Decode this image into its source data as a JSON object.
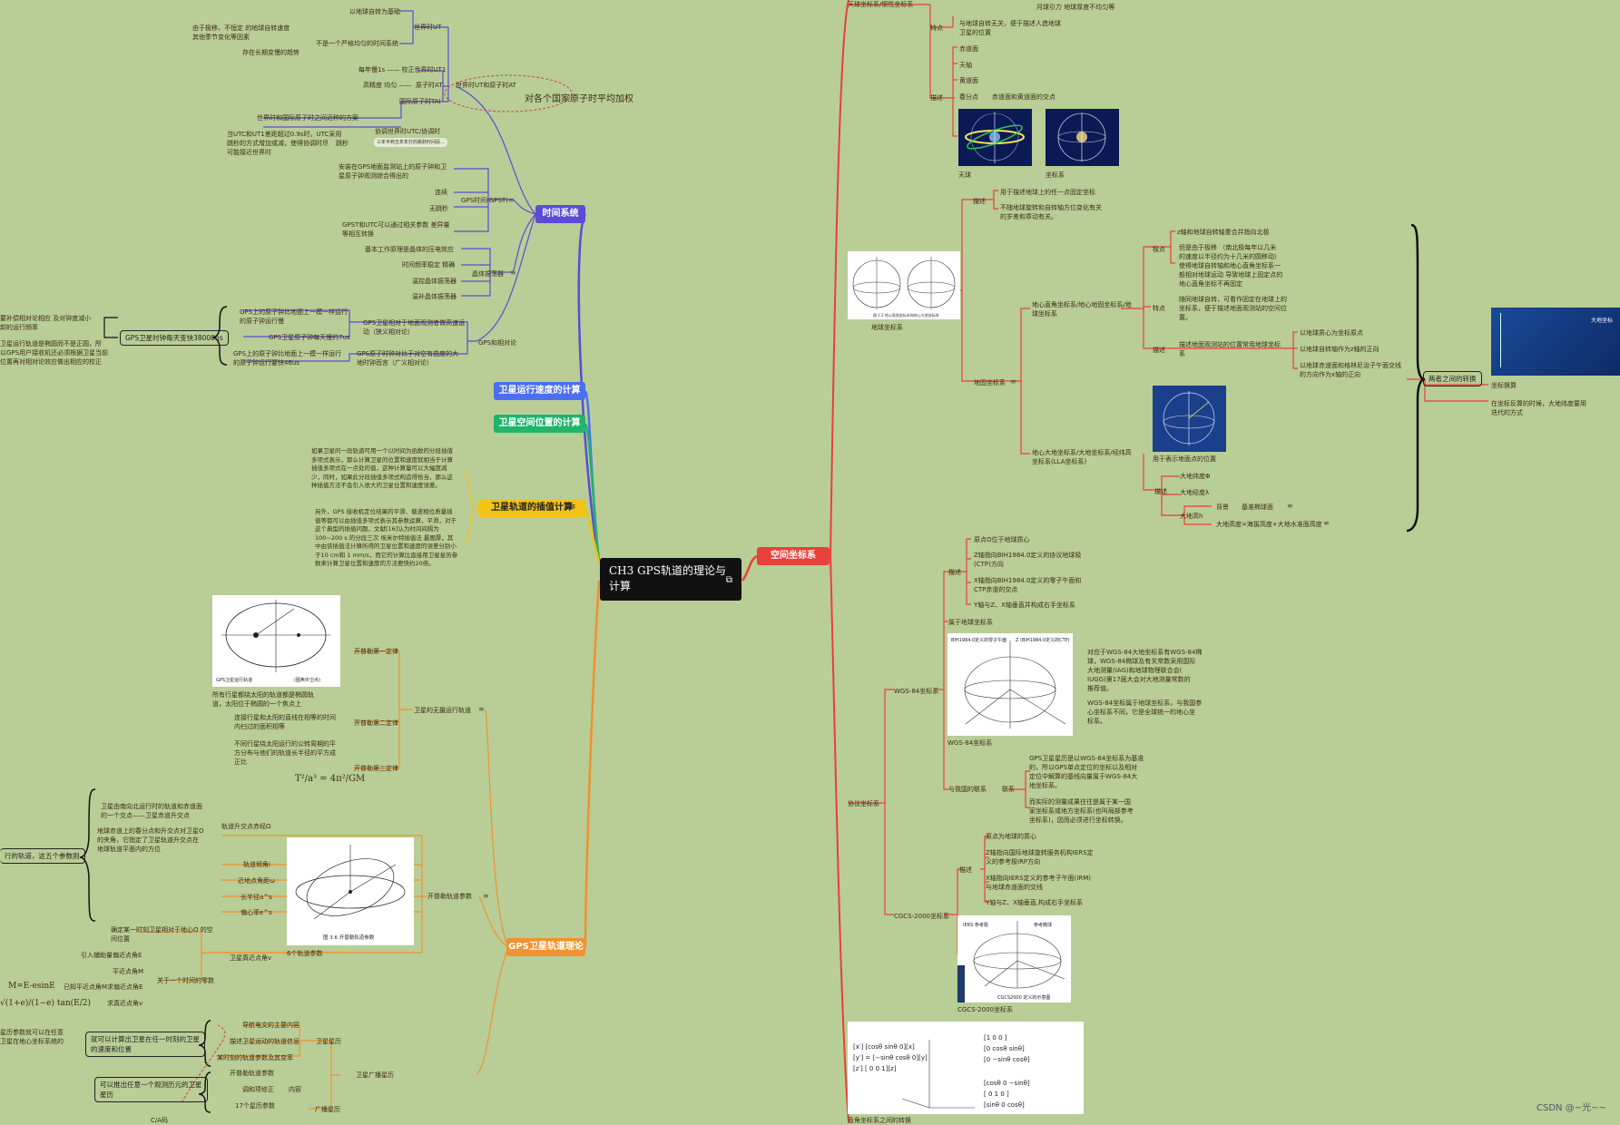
{
  "central": {
    "title_line1": "CH3 GPS轨道的理论与",
    "title_line2": "计算"
  },
  "topics": {
    "time": "时间系统",
    "speed": "卫星运行速度的计算",
    "position": "卫星空间位置的计算",
    "interp": "卫星轨道的插值计算",
    "orbit": "GPS卫星轨道理论",
    "space": "空间坐标系"
  },
  "time": {
    "ut": "世界时UT",
    "ut_a": "以地球自转为基础",
    "ut_b": "不是一个严格均匀的时间系统",
    "ut_b1": "由于极移、不恒定 的地球自转速度",
    "ut_b2": "其他季节变化等因素",
    "ut_c": "存在长期变慢的趋势",
    "ut1": "每年慢1s —— 校正世界时UT1",
    "at_pre": "高精度   均匀 ——",
    "at": "原子时AT",
    "ut_at": "世界时UT和原子时AT",
    "tai": "国际原子时TAI",
    "tai_note": "对各个国家原子时平均加权",
    "utc": "协调世界时UTC/协调时",
    "utc_a": "世界时和国际原子时之间近种的方案",
    "utc_b1": "当UTC和UT1差距超过0.9s时，UTC采用",
    "utc_b2": "跳秒的方式增加或减，使得协调时尽",
    "utc_b3": "可能接近世界时",
    "leap": "跳秒",
    "leap_note": "三年半到五年年打的跳跃时间段...",
    "gpst": "GPS时间(GPST)",
    "gpst_a1": "安装在GPS地面监测站上的原子钟和卫",
    "gpst_a2": "星原子钟观测综合得出的",
    "gpst_b": "连续",
    "gpst_c": "无跳秒",
    "gpst_d1": "GPST和UTC可以通过相关参数 差异量",
    "gpst_d2": "等相互转换",
    "crystal": "晶体振荡器",
    "crystal_a": "基本工作原理是晶体的压电效应",
    "crystal_b": "时间频率稳定  精确",
    "crystal_c": "温控晶体振荡器",
    "crystal_d": "温补晶体振荡器",
    "rel": "GPS和相对论",
    "rel_a1": "GPS上的原子钟比地面上一模一样运行",
    "rel_a2": "的原子钟运行慢",
    "rel_b": "GPS卫星原子钟每天慢约7us",
    "rel_c1": "GPS上的原子钟比地面上一模一样运行",
    "rel_c2": "的原子钟运行要快46us",
    "rel_d1": "GPS卫星相对于地面观测者做高速运",
    "rel_d2": "动（狭义相对论）",
    "rel_e1": "GPS原子时钟对比于对空有曲度的大",
    "rel_e2": "地时钟而言（广义相对论）",
    "rel_box": "GPS卫星时钟每天变快38000ns",
    "rel_left1": "要补偿相对论相应 及对钟度减小",
    "rel_left2": "卸的运行频率",
    "rel_left3": "卫星运行轨道是椭圆而不是正圆，所",
    "rel_left4": "以GPS用户接收机还必须根据卫星当前",
    "rel_left5": "位置再对相对论效应做出相应的校正"
  },
  "interp": {
    "p1": "如果卫星的一段轨道可用一个以时间为函数的分段插值多项式表示，那么计算卫星的位置和速度就相当于计算插值多项式在一点处的值，这种计算量可以大幅度减少，同时，如果此分段插值多项式构造得恰当，那么这种插值方法不会引入很大的卫星位置和速度误差。",
    "p2": "另外，GPS 接收机定位结果的平滑、载波相位质量插值等都可以由插值多项式表示其参数运算，平滑，对于这个典型的插值问题，文献[16]认为时间间隔为100~200 s 的分段三次  埃米尔特插值法   最图厚，其中由该插值法计算所得的卫星位置和速度的误差分别小于10 cm和 1 mm/s，而它的计算比直接用卫星星历参数来计算卫星位置和速度的方法要快约20倍。"
  },
  "orbit": {
    "kepler": "卫星的无摄运行轨道",
    "k1": "开普勒第一定律",
    "k1_cap1": "所有行星都绕太阳的轨道都是椭圆轨",
    "k1_cap2": "道，太阳位于椭圆的一个焦点上",
    "k2": "开普勒第二定律",
    "k2_t1": "连接行星和太阳的直线在相等的时间",
    "k2_t2": "内扫过的面积相等",
    "k3": "开普勒第三定律",
    "k3_t1": "不同行星绕太阳运行的公转周期的平",
    "k3_t2": "方分布与他们的轨道长半径的平方成",
    "k3_t3": "正比",
    "formula": "T²/a³ = 4π²/GM",
    "params": "开普勒轨道参数",
    "six": "6个轨道参数",
    "omega": "轨道升交点赤经Ω",
    "omega_a1": "卫星由南向北运行时的轨道和赤道面",
    "omega_a2": "的一个交点——卫星赤道升交点",
    "omega_b1": "地球赤道上的春分点和升交点对卫星O",
    "omega_b2": "的夹角，它指定了卫星轨道升交点在",
    "omega_b3": "地球轨道平面内的方位",
    "incl": "轨道倾角i",
    "perigee": "近地点角距ω",
    "semimajor": "长半径a^s",
    "ecc": "偏心率e^s",
    "truean": "卫星真近点角v",
    "truean_a1": "确定某一时刻卫星相对于地心O 的空",
    "truean_a2": "间位置",
    "time3": "关于一个时间的零数",
    "aux": "引入辅助量偏近点角E",
    "mean": "平近点角M",
    "meanc": "已知平近点角M求偏近点角E",
    "tan": "求真近点角v",
    "kepler_eq": "M=E-esinE",
    "tan_eq": "√(1+e)/(1−e) tan(E/2)",
    "left_box": "行的轨道，这五个参数则",
    "bcast": "卫星广播星历",
    "eph": "卫星星历",
    "eph_a": "导航电文的主要内容",
    "eph_b": "描述卫星运动的轨道信息",
    "eph_c": "某时刻的轨道参数及其变率",
    "eph_box1": "就可以计算出卫星在任一时刻的卫星",
    "eph_box2": "的速度和位置",
    "eph_left1": "星历参数就可以在任意",
    "eph_left2": "卫星在地心坐标系统的",
    "bcast_eph": "广播星历",
    "content": "内容",
    "cont_a": "开普勒轨道参数",
    "cont_b": "调和项修正",
    "cont_c": "17个星历参数",
    "cont_box1": "可以推出任意一个观测历元的卫星",
    "cont_box2": "星历",
    "cont_d": "C/A码"
  },
  "space": {
    "celestial": "天球坐标系/惯性坐标系",
    "feature": "特点",
    "feature_t1": "与地球自转无关，便于描述人造地球",
    "feature_t2": "卫星的位置",
    "top_note": "月球引力    地球厚度不均匀等",
    "desc": "描述",
    "eq": "赤道面",
    "axis": "天轴",
    "ecl": "黄道面",
    "vernal": "春分点",
    "vernal_t": "赤道面和黄道面的交点",
    "img_cap1": "天球",
    "img_cap2": "坐标系",
    "geo_desc_a": "用于描述地球上的任一点固定坐标",
    "geo_desc_b1": "不随地球旋转和自转轴方位变化有关",
    "geo_desc_b2": "的岁差和章动有关。",
    "earth_cap": "地球坐标系",
    "geocentric": "地固坐标系",
    "ecef1": "地心直角坐标系/地心地固坐标系/地",
    "ecef2": "球坐标系",
    "pt": "极点",
    "pt_a": "z轴和地球自转轴重合并指向北极",
    "pt_b1": "但是由于极移   （南北极每年以几米",
    "pt_b2": "的速度以半径约为十几米的圆移动）",
    "pt_b3": "使得地球自转轴和地心直角坐标系一",
    "pt_b4": "般相对地球运动 导致地球上固定点的",
    "pt_b5": "地心直角坐标不再固定",
    "feat2": "特点",
    "feat2_t1": "随同地球自转，可看作固定在地球上的",
    "feat2_t2": "坐标系，便于描述地面观测站的空间位",
    "feat2_t3": "置。",
    "desc2": "描述",
    "desc2_t1": "描述地面观测站的位置常用地球坐标",
    "desc2_t2": "系",
    "d_a": "以地球质心为坐标原点",
    "d_b": "以地球自转轴作为z轴的正向",
    "d_c1": "以地球赤道面和格林尼治子午面交线",
    "d_c2": "的方向作为x轴的正向",
    "lla1": "地心大地坐标系/大地坐标系/经纬高",
    "lla2": "坐标系(LLA坐标系)",
    "lla_img": "用于表示地面点的位置",
    "lla_desc": "描述",
    "lat": "大地纬度Φ",
    "lon": "大地经度λ",
    "h": "大地高h",
    "bg": "背景",
    "bg_t": "基准椭球面",
    "h_t": "大地高度=海拔高度+大地水准面高度",
    "convert": "两者之间的转换",
    "conv_a": "坐标换算",
    "conv_b1": "在坐标反算的时候，大地纬度要用",
    "conv_b2": "迭代的方式",
    "formula_title": "大地坐标",
    "protocol": "协议坐标系",
    "wgs": "WGS-84坐标系",
    "wgs_desc": "描述",
    "wgs_a": "原点O位于地球质心",
    "wgs_b1": "Z轴指向BIH1984.0定义的协议地球极",
    "wgs_b2": "(CTP)方向",
    "wgs_c1": "X轴指向BIH1984.0定义的零子午面和",
    "wgs_c2": "CTP赤道的交点",
    "wgs_d": "Y轴与Z、X轴垂直并构成右手坐标系",
    "wgs_e": "属于地球坐标系",
    "wgs_img": "WGS-84坐标系",
    "wgs_r1": "对应于WGS-84大地坐标系有WGS-84椭",
    "wgs_r2": "球，WGS-84椭球及有关常数采用国际",
    "wgs_r3": "大地测量(IAG)和地球物理联合会(",
    "wgs_r4": "IUGG)第17届大会对大地测量常数的",
    "wgs_r5": "推荐值。",
    "wgs_r6": "WGS-84坐标属于地球坐标系，与我国参",
    "wgs_r7": "心坐标系不同，它是全球统一的地心坐",
    "wgs_r8": "标系。",
    "rel": "与我国的联系",
    "rel_link": "联系",
    "rel_a1": "GPS卫星星历是以WGS-84坐标系为基准",
    "rel_a2": "的，所以GPS单点定位的坐标以及相对",
    "rel_a3": "定位中解算的基线向量属于WGS-84大",
    "rel_a4": "地坐标系。",
    "rel_b1": "而实际的测量成果往往是属于某一国",
    "rel_b2": "家坐标系或地方坐标系(也叫局部参考",
    "rel_b3": "坐标系)，因而必须进行坐标转换。",
    "cgcs": "CGCS-2000坐标系",
    "cgcs_desc": "描述",
    "cgcs_a": "原点为地球的质心",
    "cgcs_b1": "Z轴指向国际地球旋转服务机构IERS定",
    "cgcs_b2": "义的参考极IRP方向",
    "cgcs_c1": "X轴指向IERS定义的参考子午面(IRM)",
    "cgcs_c2": "与地球赤道面的交线",
    "cgcs_d": "Y轴与Z、X轴垂直,构成右手坐标系",
    "cgcs_img": "CGCS-2000坐标系",
    "cgcs_img_cap": "CGCS2000 定义的示意图",
    "bottom_cap": "直角坐标系之间的转换"
  },
  "watermark": "CSDN @~光~~",
  "colors": {
    "time": "#5b4bd6",
    "speed": "#4a6ff0",
    "position": "#21b46b",
    "interp": "#f3c316",
    "orbit": "#f0922f",
    "space": "#e8403a",
    "bg": "#b9cd96"
  }
}
